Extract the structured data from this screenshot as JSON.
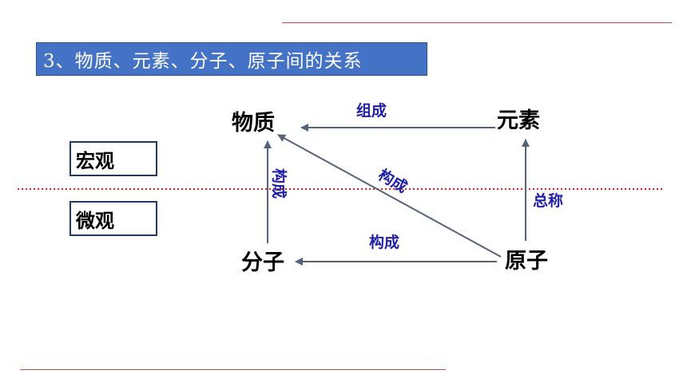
{
  "title": "3、物质、元素、分子、原子间的关系",
  "levels": {
    "macro": "宏观",
    "micro": "微观"
  },
  "nodes": {
    "matter": "物质",
    "element": "元素",
    "molecule": "分子",
    "atom": "原子"
  },
  "relations": {
    "element_to_matter": "组成",
    "atom_to_matter": "构成",
    "molecule_to_matter": "构成",
    "atom_to_element": "总称",
    "atom_to_molecule": "构成"
  },
  "colors": {
    "title_bg": "#4472c4",
    "arrow": "#54627a",
    "relation_text": "#1f1fa8",
    "divider": "#e02020",
    "rule": "#c0504d"
  }
}
